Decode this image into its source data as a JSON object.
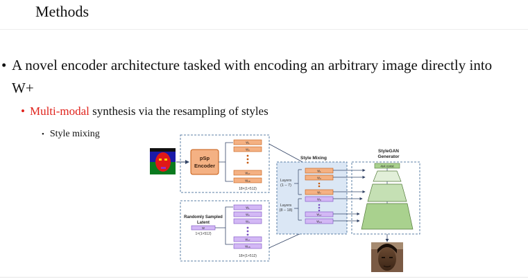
{
  "slide": {
    "title": "Methods",
    "bullet1": "A novel encoder architecture tasked with encoding an arbitrary image directly into W+",
    "bullet2_highlight": "Multi-modal",
    "bullet2_rest": " synthesis via the resampling of styles",
    "bullet3": "Style mixing",
    "accent_color": "#e0231c"
  },
  "diagram": {
    "encoder_label_line1": "pSp",
    "encoder_label_line2": "Encoder",
    "latent_label_line1": "Randomly Sampled",
    "latent_label_line2": "Latent",
    "latent_w": "w",
    "latent_dim": "1×(1×512)",
    "codes_dim": "18×(1×512)",
    "codes_dim_2": "18×(1×512)",
    "style_mixing_title": "Style Mixing",
    "generator_title_line1": "StyleGAN",
    "generator_title_line2": "Generator",
    "const_label": "4x4 const",
    "layers_low_line1": "Layers",
    "layers_low_line2": "(1 – 7)",
    "layers_high_line1": "Layers",
    "layers_high_line2": "(8 – 18)",
    "enc_codes": [
      "w₁",
      "w₂",
      "w₁₇",
      "w₁₈"
    ],
    "lat_codes": [
      "w₁",
      "w₂",
      "w₃",
      "w₁₇",
      "w₁₈"
    ],
    "mix_codes": [
      "w₁",
      "w₂",
      "w₇",
      "w₈",
      "w₁₇",
      "w₁₈"
    ],
    "colors": {
      "orange_fill": "#f4b183",
      "orange_stroke": "#c55a11",
      "purple_fill": "#d3b8f5",
      "purple_stroke": "#7a4fc2",
      "encoder_fill": "#f4b183",
      "pyramid_fill": "#a9d18e",
      "pyramid_light": "#e2efd9",
      "dashed_border": "#5b7fa6",
      "mix_panel": "#dbe7f5",
      "dot_orange": "#c55a11",
      "dot_purple": "#7a4fc2"
    }
  }
}
